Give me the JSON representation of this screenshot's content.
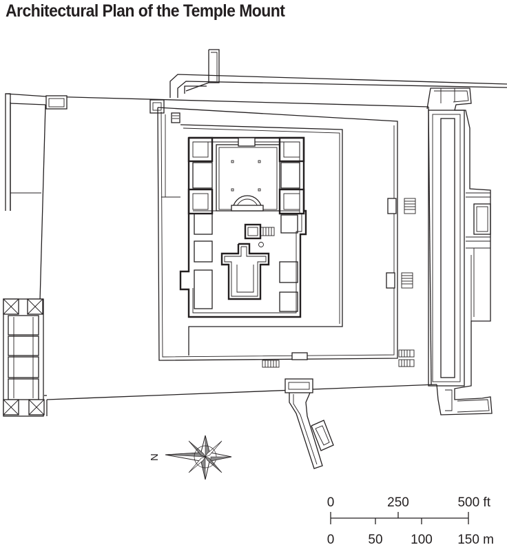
{
  "title": "Architectural Plan of the Temple Mount",
  "compass": {
    "north_label": "N",
    "icon": "compass-rose-icon"
  },
  "scale": {
    "feet": {
      "labels": [
        "0",
        "250",
        "500 ft"
      ]
    },
    "meters": {
      "labels": [
        "0",
        "50",
        "100",
        "150 m"
      ]
    }
  }
}
